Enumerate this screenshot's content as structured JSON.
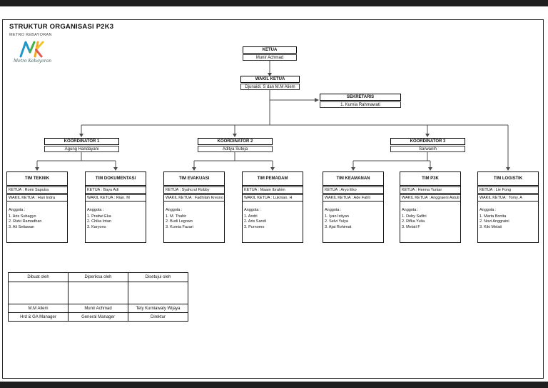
{
  "page": {
    "title": "STRUKTUR ORGANISASI P2K3",
    "subtitle": "METRO KEBAYORAN",
    "logo": {
      "text": "MK",
      "caption": "Metro Kebayoran",
      "colors": {
        "m_blue": "#2196c9",
        "m_green": "#45b04a",
        "k_orange": "#f5a623",
        "k_yellow": "#f0c430",
        "k_red": "#e2574c"
      }
    }
  },
  "hierarchy": {
    "ketua": {
      "title": "KETUA",
      "name": "Munir Achmad"
    },
    "wakil_ketua": {
      "title": "WAKIL KETUA",
      "name": "Djunaidi. S dan M.M Aliem"
    },
    "sekretaris": {
      "title": "SEKRETARIS",
      "name": "1. Kurnia Rahmawati"
    },
    "koordinator1": {
      "title": "KOORDINATOR 1",
      "name": "Agung Handayani"
    },
    "koordinator2": {
      "title": "KOORDINATOR 2",
      "name": "Aditya Suteja"
    },
    "koordinator3": {
      "title": "KOORDINATOR 3",
      "name": "Sarwanih"
    }
  },
  "teams": [
    {
      "title": "TIM TEKNIK",
      "ketua": "KETUA : Romi Saputra",
      "wakil": "WAKIL KETUA : Hari Indra",
      "anggota_label": "Anggota :",
      "members": [
        "1. Aris Subagyo",
        "2. Rizki Ramadhan",
        "3. Ali Setiawan"
      ]
    },
    {
      "title": "TIM DOKUMENTASI",
      "ketua": "KETUA : Bayu Adi",
      "wakil": "WAKIL KETUA : Rian. M",
      "anggota_label": "Anggota :",
      "members": [
        "1. Pratiwi Eka",
        "2. Chika Intan",
        "3. Karyono"
      ]
    },
    {
      "title": "TIM EVAKUASI",
      "ketua": "KETUA : Syahcrul Robby",
      "wakil": "WAKIL KETUA : Fadhilah Kresno",
      "anggota_label": "Anggota :",
      "members": [
        "1. M. Thahir",
        "2. Budi Legowo",
        "3. Kurnia Fazari"
      ]
    },
    {
      "title": "TIM PEMADAM",
      "ketua": "KETUA : Maam Ibrahim",
      "wakil": "WAKIL KETUA : Lukman. H",
      "anggota_label": "Anggota :",
      "members": [
        "1. Andri",
        "2. Aris Sandi",
        "3. Purnomo"
      ]
    },
    {
      "title": "TIM KEAMANAN",
      "ketua": "KETUA : Aryo Eko",
      "wakil": "WAKIL KETUA : Ade Fahli",
      "anggota_label": "Anggota :",
      "members": [
        "1. Iyan Istiyan",
        "2. Selvi Yulya",
        "3. Ajat Rohimat"
      ]
    },
    {
      "title": "TIM P3K",
      "ketua": "KETUA : Herma Yuniar",
      "wakil": "WAKIL KETUA : Anggraeni Astuti",
      "anggota_label": "Anggota :",
      "members": [
        "1. Deby Safitri",
        "2. Rifka Yulia",
        "3. Melati F"
      ]
    },
    {
      "title": "TIM LOGISTIK",
      "ketua": "KETUA : Lie Fong",
      "wakil": "WAKIL KETUA : Tomy. A",
      "anggota_label": "Anggota :",
      "members": [
        "1. Marta Bonita",
        "2. Novi Anggraini",
        "3. Kiki Melati"
      ]
    }
  ],
  "approval_table": {
    "headers": [
      "Dibuat oleh",
      "Diperiksa oleh",
      "Disetujui oleh"
    ],
    "names": [
      "M.M Aliem",
      "Munir Achmad",
      "Tety Kurniawaty Wijaya"
    ],
    "roles": [
      "Hrd & GA Manager",
      "General Manager",
      "Direktur"
    ]
  }
}
